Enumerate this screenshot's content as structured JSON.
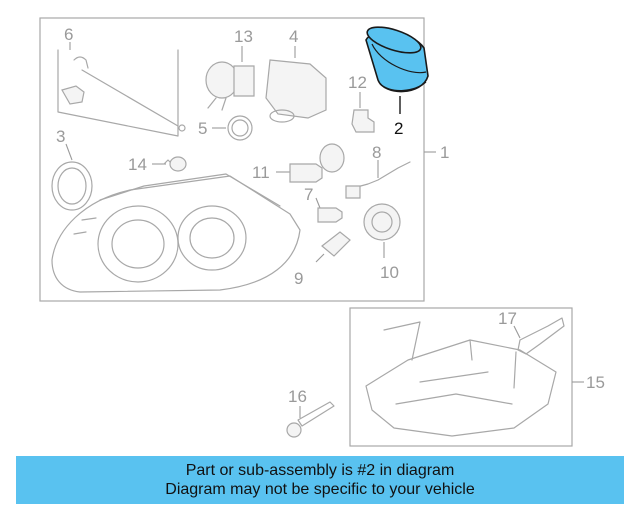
{
  "callouts": {
    "c1": "1",
    "c2": "2",
    "c3": "3",
    "c4": "4",
    "c5": "5",
    "c6": "6",
    "c7": "7",
    "c8": "8",
    "c9": "9",
    "c10": "10",
    "c11": "11",
    "c12": "12",
    "c13": "13",
    "c14": "14",
    "c15": "15",
    "c16": "16",
    "c17": "17"
  },
  "highlighted_part": "2",
  "colors": {
    "highlight_fill": "#59c2f0",
    "highlight_stroke": "#1a1a1a",
    "line_art": "#a8a8a8",
    "banner_background": "#59c2f0"
  },
  "banner": {
    "line1": "Part or sub-assembly is #2 in diagram",
    "line2": "Diagram may not be specific to your vehicle"
  }
}
